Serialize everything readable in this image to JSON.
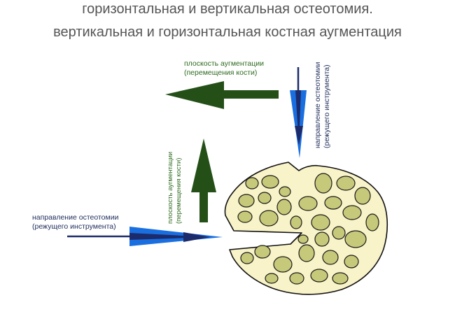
{
  "title": {
    "line1": "горизонтальная и вертикальная остеотомия.",
    "line2": "вертикальная и горизонтальная костная аугментация"
  },
  "labels": {
    "augmentation_plane_horizontal": {
      "line1": "плоскость аугментации",
      "line2": "(перемещения кости)"
    },
    "osteotomy_direction_vertical": {
      "line1": "направление остеотомии",
      "line2": "(режущего инструмента)"
    },
    "augmentation_plane_vertical": {
      "line1": "плоскость аугментации",
      "line2": "(перемещения кости)"
    },
    "osteotomy_direction_horizontal": {
      "line1": "направление остеотомии",
      "line2": "(режущего инструмента)"
    }
  },
  "colors": {
    "augmentation_arrow": "#245018",
    "cutting_arrow": "#1a6fe0",
    "cutting_arrow_core": "#1c2b6b",
    "bone_fill": "#f8f3c8",
    "cancellous_fill": "#c6c87a",
    "outline": "#111111",
    "title_text": "#555555",
    "green_label": "#2e6b1f",
    "navy_label": "#1f2d5c"
  }
}
